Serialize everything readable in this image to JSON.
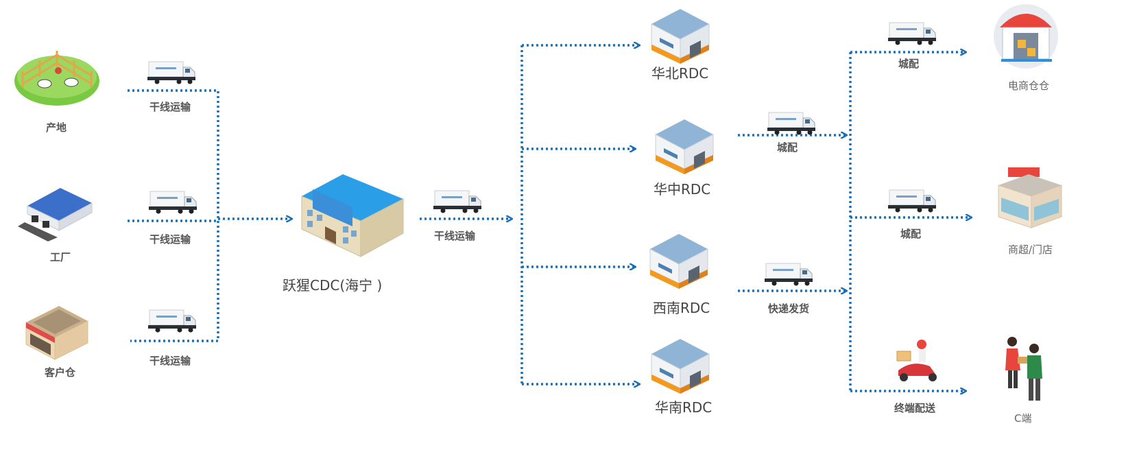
{
  "nodes": {
    "source_farm": "产地",
    "source_factory": "工厂",
    "source_client": "客户仓",
    "cdc": "跃猩CDC(海宁 )",
    "rdc_north": "华北RDC",
    "rdc_central": "华中RDC",
    "rdc_southwest": "西南RDC",
    "rdc_south": "华南RDC",
    "dest_ecom": "电商仓仓",
    "dest_store": "商超/门店",
    "dest_c": "C端"
  },
  "edges": {
    "trunk1": "干线运输",
    "trunk2": "干线运输",
    "trunk3": "干线运输",
    "trunk4": "干线运输",
    "city1": "城配",
    "city2": "城配",
    "city3": "城配",
    "express": "快递发货",
    "terminal": "终端配送"
  },
  "colors": {
    "line": "#1a6fb8",
    "label": "#444444"
  }
}
